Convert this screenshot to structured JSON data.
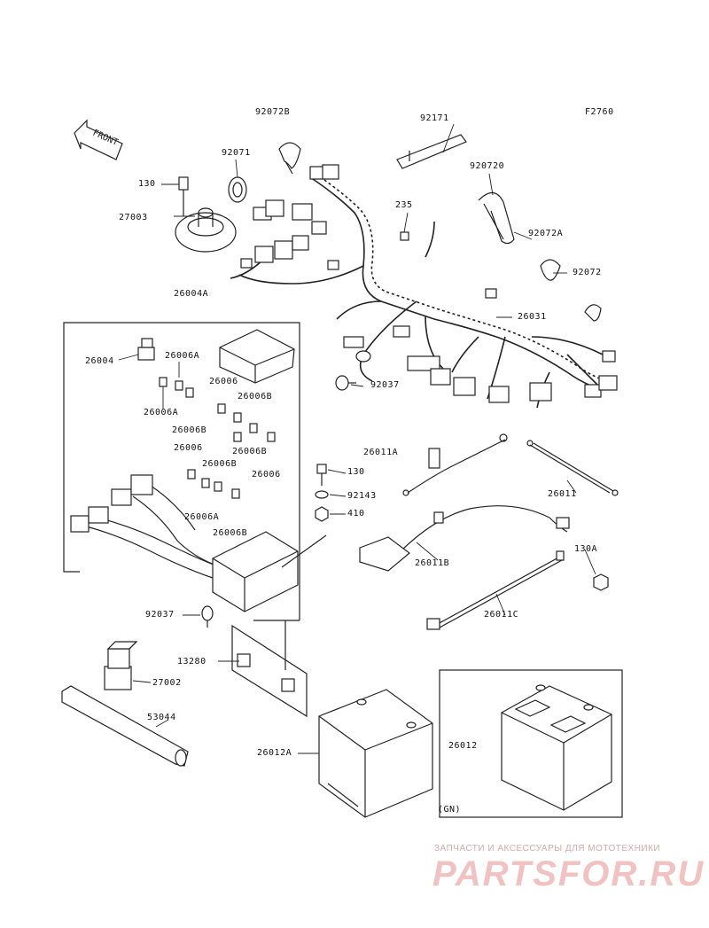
{
  "figure_code": "F2760",
  "front_label": "FRONT",
  "region_note": "(GN)",
  "watermark": {
    "tagline": "ЗАПЧАСТИ И АКСЕССУАРЫ ДЛЯ МОТОТЕХНИКИ",
    "logo": "PARTSFOR.RU"
  },
  "parts": [
    "92072B",
    "92171",
    "92071",
    "920720",
    "130",
    "235",
    "27003",
    "92072A",
    "92072",
    "26004A",
    "26031",
    "26004",
    "26006A",
    "26006",
    "26006A",
    "26006B",
    "92037",
    "26006B",
    "26011A",
    "26006B",
    "26006",
    "26006B",
    "26006",
    "130",
    "26011",
    "92143",
    "26006A",
    "410",
    "26006B",
    "130A",
    "26011B",
    "92037",
    "26011C",
    "13280",
    "27002",
    "53044",
    "26012A",
    "26012"
  ]
}
